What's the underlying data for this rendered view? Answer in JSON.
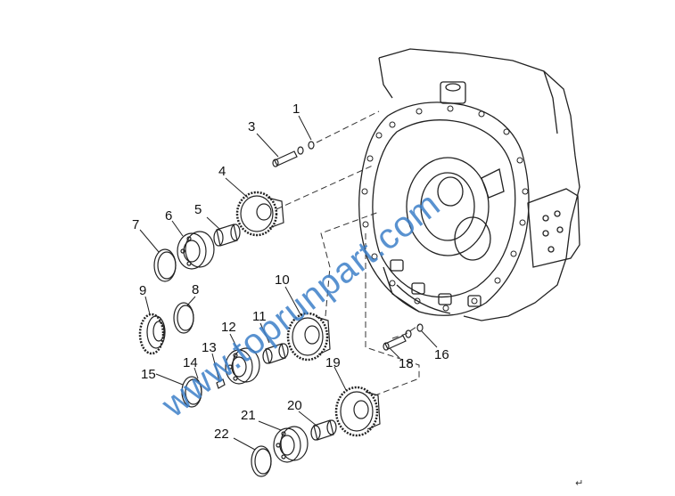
{
  "diagram": {
    "callouts": [
      {
        "id": "c1",
        "text": "1"
      },
      {
        "id": "c3",
        "text": "3"
      },
      {
        "id": "c4",
        "text": "4"
      },
      {
        "id": "c5",
        "text": "5"
      },
      {
        "id": "c6",
        "text": "6"
      },
      {
        "id": "c7",
        "text": "7"
      },
      {
        "id": "c8",
        "text": "8"
      },
      {
        "id": "c9",
        "text": "9"
      },
      {
        "id": "c10",
        "text": "10"
      },
      {
        "id": "c11",
        "text": "11"
      },
      {
        "id": "c12",
        "text": "12"
      },
      {
        "id": "c13",
        "text": "13"
      },
      {
        "id": "c14",
        "text": "14"
      },
      {
        "id": "c15",
        "text": "15"
      },
      {
        "id": "c16",
        "text": "16"
      },
      {
        "id": "c18",
        "text": "18"
      },
      {
        "id": "c19",
        "text": "19"
      },
      {
        "id": "c20",
        "text": "20"
      },
      {
        "id": "c21",
        "text": "21"
      },
      {
        "id": "c22",
        "text": "22"
      }
    ],
    "watermark": "www.toprunpart.com",
    "return_mark": "↵"
  }
}
